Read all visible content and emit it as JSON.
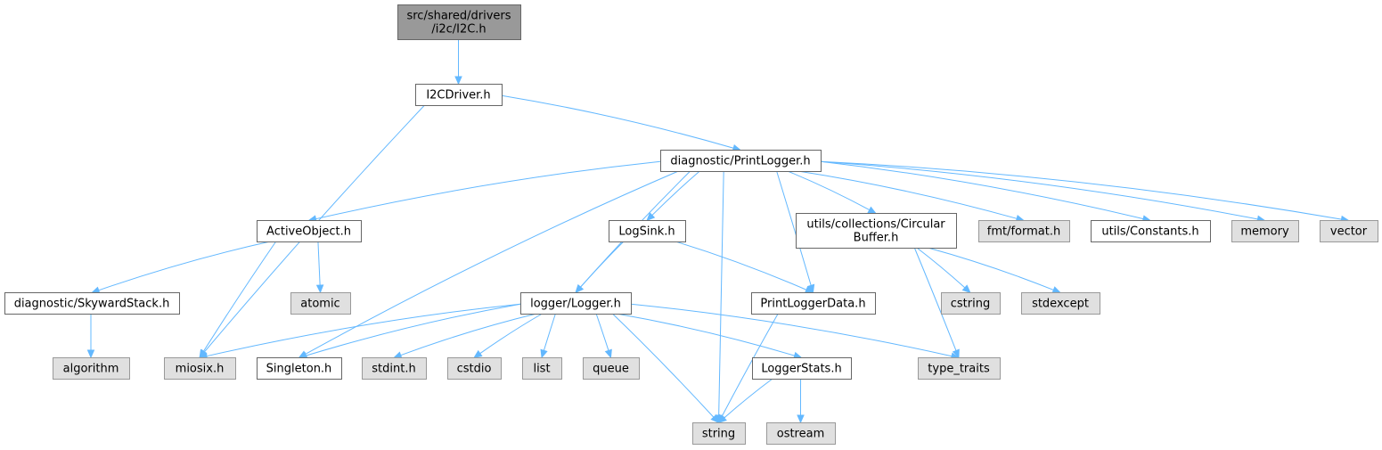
{
  "colors": {
    "edge": "#63b8ff",
    "root_fill": "#999999",
    "internal_fill": "#ffffff",
    "external_fill": "#e0e0e0"
  },
  "nodes": [
    {
      "id": "i2c",
      "lines": [
        "src/shared/drivers",
        "/i2c/I2C.h"
      ],
      "kind": "root"
    },
    {
      "id": "i2cdriver",
      "lines": [
        "I2CDriver.h"
      ],
      "kind": "internal"
    },
    {
      "id": "printlogger",
      "lines": [
        "diagnostic/PrintLogger.h"
      ],
      "kind": "internal"
    },
    {
      "id": "activeobject",
      "lines": [
        "ActiveObject.h"
      ],
      "kind": "internal"
    },
    {
      "id": "logsink",
      "lines": [
        "LogSink.h"
      ],
      "kind": "internal"
    },
    {
      "id": "circularbuffer",
      "lines": [
        "utils/collections/Circular",
        "Buffer.h"
      ],
      "kind": "internal"
    },
    {
      "id": "fmtformat",
      "lines": [
        "fmt/format.h"
      ],
      "kind": "external"
    },
    {
      "id": "constants",
      "lines": [
        "utils/Constants.h"
      ],
      "kind": "internal"
    },
    {
      "id": "memory",
      "lines": [
        "memory"
      ],
      "kind": "external"
    },
    {
      "id": "vector",
      "lines": [
        "vector"
      ],
      "kind": "external"
    },
    {
      "id": "skywardstack",
      "lines": [
        "diagnostic/SkywardStack.h"
      ],
      "kind": "internal"
    },
    {
      "id": "atomic",
      "lines": [
        "atomic"
      ],
      "kind": "external"
    },
    {
      "id": "logger",
      "lines": [
        "logger/Logger.h"
      ],
      "kind": "internal"
    },
    {
      "id": "printloggerdata",
      "lines": [
        "PrintLoggerData.h"
      ],
      "kind": "internal"
    },
    {
      "id": "cstring",
      "lines": [
        "cstring"
      ],
      "kind": "external"
    },
    {
      "id": "stdexcept",
      "lines": [
        "stdexcept"
      ],
      "kind": "external"
    },
    {
      "id": "algorithm",
      "lines": [
        "algorithm"
      ],
      "kind": "external"
    },
    {
      "id": "miosix",
      "lines": [
        "miosix.h"
      ],
      "kind": "external"
    },
    {
      "id": "singleton",
      "lines": [
        "Singleton.h"
      ],
      "kind": "internal"
    },
    {
      "id": "stdint",
      "lines": [
        "stdint.h"
      ],
      "kind": "external"
    },
    {
      "id": "cstdio",
      "lines": [
        "cstdio"
      ],
      "kind": "external"
    },
    {
      "id": "list",
      "lines": [
        "list"
      ],
      "kind": "external"
    },
    {
      "id": "queue",
      "lines": [
        "queue"
      ],
      "kind": "external"
    },
    {
      "id": "loggerstats",
      "lines": [
        "LoggerStats.h"
      ],
      "kind": "internal"
    },
    {
      "id": "typetraits",
      "lines": [
        "type_traits"
      ],
      "kind": "external"
    },
    {
      "id": "string",
      "lines": [
        "string"
      ],
      "kind": "external"
    },
    {
      "id": "ostream",
      "lines": [
        "ostream"
      ],
      "kind": "external"
    }
  ],
  "edges": [
    [
      "i2c",
      "i2cdriver"
    ],
    [
      "i2cdriver",
      "printlogger"
    ],
    [
      "i2cdriver",
      "miosix"
    ],
    [
      "printlogger",
      "activeobject"
    ],
    [
      "printlogger",
      "singleton"
    ],
    [
      "printlogger",
      "logger"
    ],
    [
      "printlogger",
      "logsink"
    ],
    [
      "printlogger",
      "string"
    ],
    [
      "printlogger",
      "printloggerdata"
    ],
    [
      "printlogger",
      "circularbuffer"
    ],
    [
      "printlogger",
      "fmtformat"
    ],
    [
      "printlogger",
      "constants"
    ],
    [
      "printlogger",
      "memory"
    ],
    [
      "printlogger",
      "vector"
    ],
    [
      "activeobject",
      "skywardstack"
    ],
    [
      "activeobject",
      "miosix"
    ],
    [
      "activeobject",
      "atomic"
    ],
    [
      "skywardstack",
      "algorithm"
    ],
    [
      "logsink",
      "logger"
    ],
    [
      "logsink",
      "printloggerdata"
    ],
    [
      "circularbuffer",
      "cstring"
    ],
    [
      "circularbuffer",
      "stdexcept"
    ],
    [
      "circularbuffer",
      "typetraits"
    ],
    [
      "logger",
      "miosix"
    ],
    [
      "logger",
      "singleton"
    ],
    [
      "logger",
      "stdint"
    ],
    [
      "logger",
      "cstdio"
    ],
    [
      "logger",
      "list"
    ],
    [
      "logger",
      "queue"
    ],
    [
      "logger",
      "string"
    ],
    [
      "logger",
      "loggerstats"
    ],
    [
      "logger",
      "typetraits"
    ],
    [
      "printloggerdata",
      "string"
    ],
    [
      "loggerstats",
      "string"
    ],
    [
      "loggerstats",
      "ostream"
    ]
  ]
}
